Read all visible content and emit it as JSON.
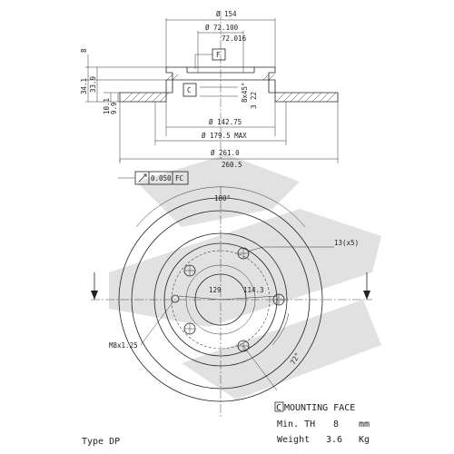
{
  "side_view": {
    "dim_154": "Ø 154",
    "dim_72_100": "Ø 72.100",
    "dim_72_016": "72.016",
    "flag_f": "F",
    "flag_c": "C",
    "chamfer": "8x45°",
    "dim_3": "3",
    "dim_22": "22",
    "dim_142_75": "Ø 142.75",
    "dim_179_5": "Ø 179.5 MAX",
    "dim_261_0": "Ø 261.0",
    "dim_260_5": "260.5",
    "height_8": "8",
    "height_33_9": "33.9",
    "height_34_1": "34.1",
    "thick_10_1": "10.1",
    "thick_9_9": "9.9",
    "tolerance_value": "0.050",
    "tolerance_ref": "FC"
  },
  "front_view": {
    "angle_180": "180°",
    "holes": "13(x5)",
    "thread": "M8x1.25",
    "dim_129": "129",
    "dim_114_3": "114.3",
    "angle_72": "72°"
  },
  "notes": {
    "mounting_face_flag": "C",
    "mounting_face": "MOUNTING FACE",
    "min_th_label": "Min. TH",
    "min_th_value": "8",
    "min_th_unit": "mm",
    "weight_label": "Weight",
    "weight_value": "3.6",
    "weight_unit": "Kg",
    "type": "Type DP"
  }
}
